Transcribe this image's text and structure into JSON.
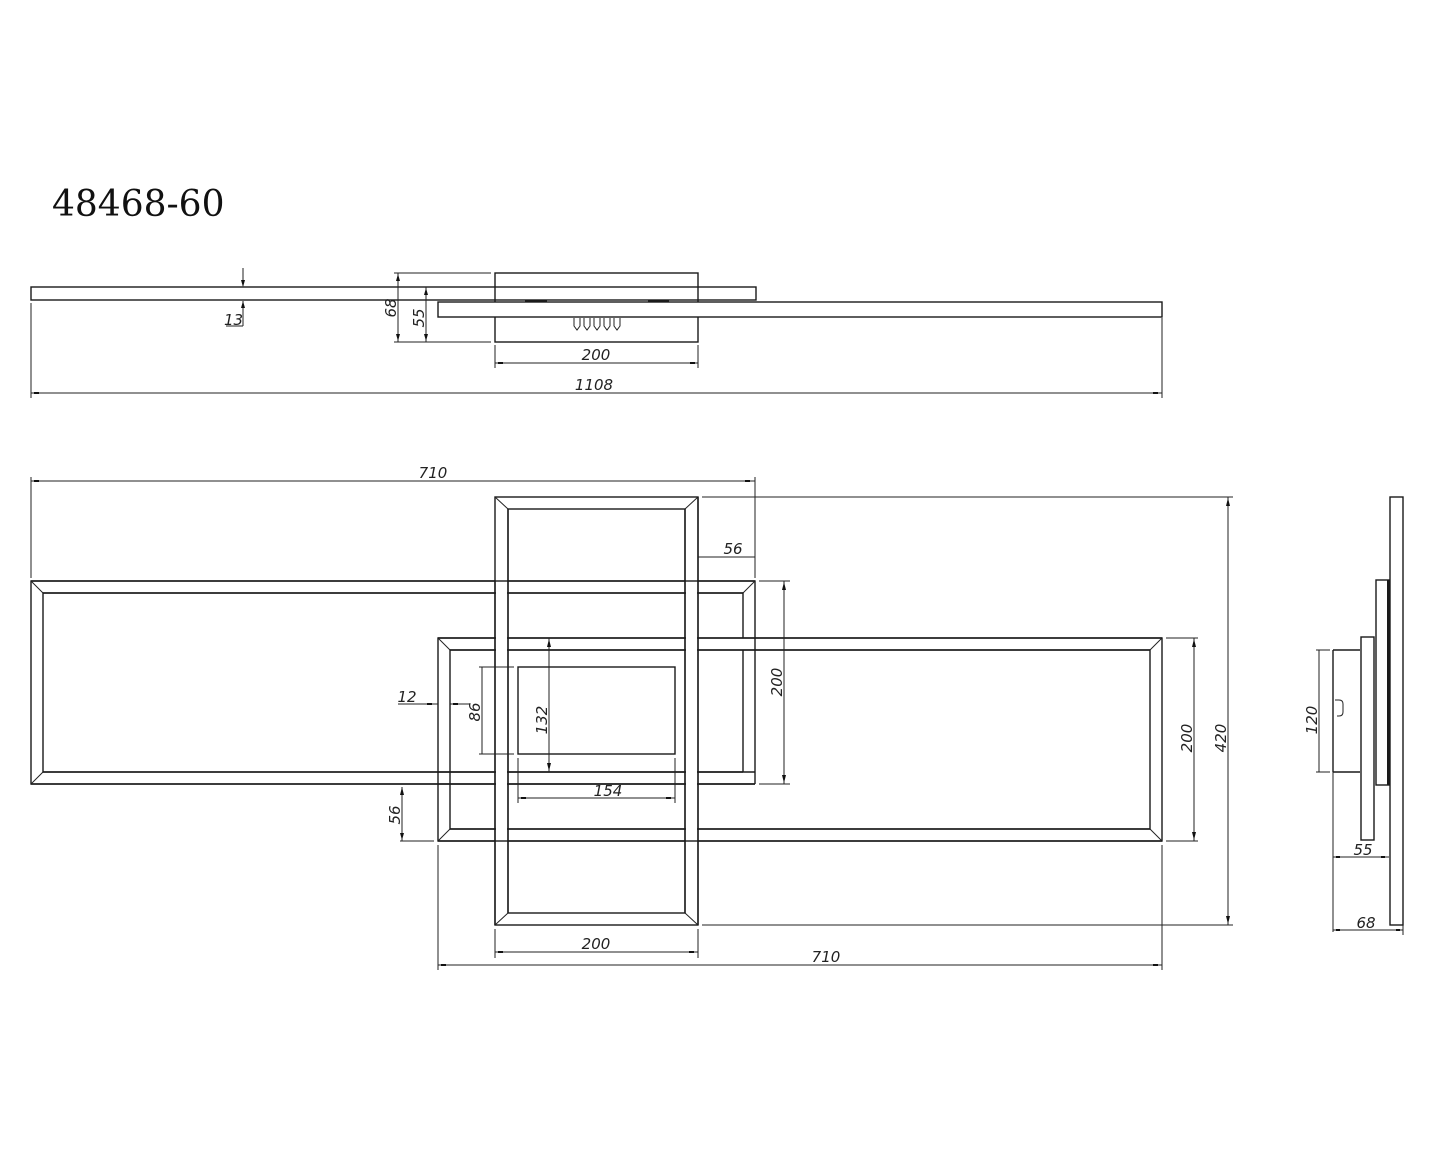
{
  "drawing": {
    "model_number": "48468-60",
    "units_implied": "mm",
    "views": {
      "side_view": {
        "dimensions": {
          "panel_thickness": "13",
          "total_height": "68",
          "canopy_height": "55",
          "canopy_width": "200",
          "overall_length": "1108"
        }
      },
      "top_view": {
        "dimensions": {
          "upper_frame_length": "710",
          "vertical_frame_offset": "56",
          "upper_frame_height": "200",
          "frame_border": "12",
          "canopy_depth": "86",
          "inner_height": "132",
          "canopy_length": "154",
          "lower_offset": "56",
          "lower_frame_height": "200",
          "overall_depth": "420",
          "vertical_frame_width": "200",
          "lower_frame_length": "710"
        }
      },
      "end_view": {
        "dimensions": {
          "bracket_height": "120",
          "canopy_depth": "55",
          "total_depth": "68"
        }
      }
    }
  }
}
